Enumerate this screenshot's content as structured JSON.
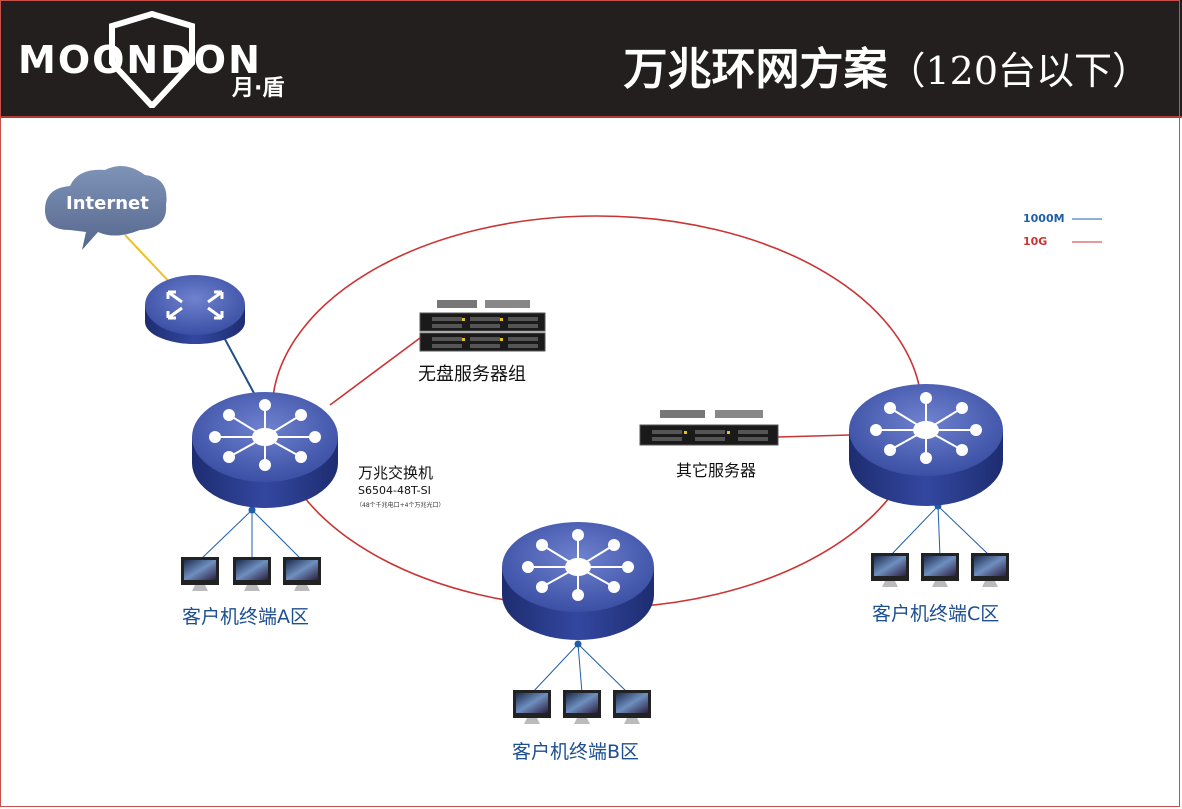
{
  "header": {
    "logo_text": "MOONDON",
    "logo_cn": "月·盾",
    "title": "万兆环网方案",
    "subtitle": "（120台以下）"
  },
  "cloud": {
    "label": "Internet"
  },
  "legend": {
    "items": [
      {
        "label": "1000M",
        "color": "#1f5fa8"
      },
      {
        "label": "10G",
        "color": "#cc3333"
      }
    ]
  },
  "nodes": {
    "switch_a_name": "万兆交换机",
    "switch_a_model": "S6504-48T-SI",
    "switch_a_note": "（48个千兆电口+4个万兆光口）",
    "diskless_servers": "无盘服务器组",
    "other_servers": "其它服务器"
  },
  "zones": {
    "a": "客户机终端A区",
    "b": "客户机终端B区",
    "c": "客户机终端C区"
  },
  "colors": {
    "ring": "#cc3333",
    "link_1000m": "#1f5fa8",
    "internet_link": "#f0c020",
    "switch_top": "#4a5fb5",
    "switch_side": "#2a3c8a"
  }
}
